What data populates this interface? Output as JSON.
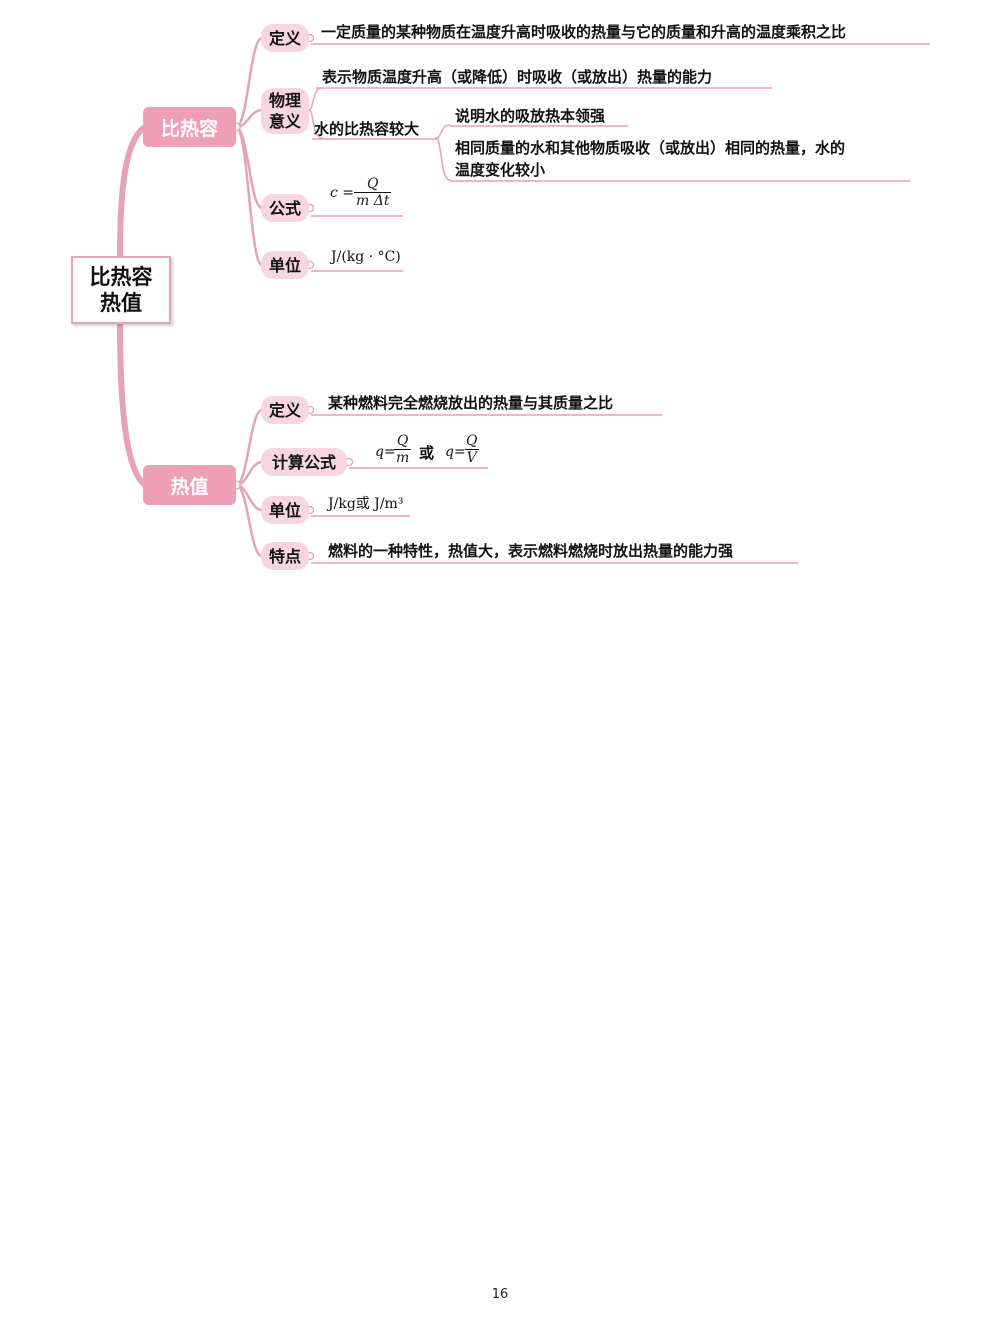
{
  "root": {
    "line1": "比热容",
    "line2": "热值"
  },
  "specific_heat": {
    "label": "比热容",
    "definition": {
      "label": "定义",
      "text": "一定质量的某种物质在温度升高时吸收的热量与它的质量和升高的温度乘积之比"
    },
    "meaning": {
      "label_line1": "物理",
      "label_line2": "意义",
      "text": "表示物质温度升高（或降低）时吸收（或放出）热量的能力",
      "water": {
        "label": "水的比热容较大",
        "point1": "说明水的吸放热本领强",
        "point2_line1": "相同质量的水和其他物质吸收（或放出）相同的热量，水的",
        "point2_line2": "温度变化较小"
      }
    },
    "formula": {
      "label": "公式",
      "lhs": "c =",
      "numerator": "Q",
      "denominator": "m Δt"
    },
    "unit": {
      "label": "单位",
      "text": "J/(kg · °C)"
    }
  },
  "heat_value": {
    "label": "热值",
    "definition": {
      "label": "定义",
      "text": "某种燃料完全燃烧放出的热量与其质量之比"
    },
    "formula": {
      "label": "计算公式",
      "lhs1": "q=",
      "num1": "Q",
      "den1": "m",
      "connector": "或",
      "lhs2": "q=",
      "num2": "Q",
      "den2": "V"
    },
    "unit": {
      "label": "单位",
      "text": "J/kg或 J/m³"
    },
    "feature": {
      "label": "特点",
      "text": "燃料的一种特性，热值大，表示燃料燃烧时放出热量的能力强"
    }
  },
  "page_number": "16",
  "colors": {
    "branch": "#ee9fb5",
    "pill": "#f7d6df",
    "line": "#e6a2b6",
    "underline": "#ef9bb1"
  }
}
